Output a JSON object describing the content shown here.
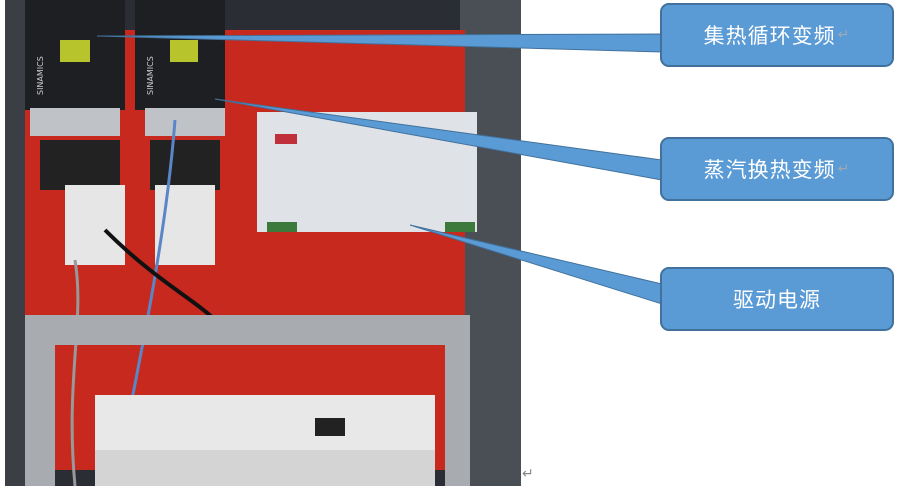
{
  "callouts": [
    {
      "label": "集热循环变频",
      "return_mark": "↵"
    },
    {
      "label": "蒸汽换热变频",
      "return_mark": "↵"
    },
    {
      "label": "驱动电源"
    }
  ],
  "photo": {
    "drive_brand": "SINAMICS",
    "colors": {
      "panel": "#c8291f",
      "callout_fill": "#5b9bd5",
      "callout_border": "#41719c"
    }
  },
  "paragraph_mark": "↵"
}
